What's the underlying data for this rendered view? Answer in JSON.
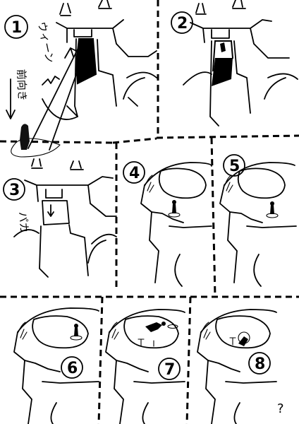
{
  "panels": [
    {
      "number": "1"
    },
    {
      "number": "2"
    },
    {
      "number": "3"
    },
    {
      "number": "4"
    },
    {
      "number": "5"
    },
    {
      "number": "6"
    },
    {
      "number": "7"
    },
    {
      "number": "8"
    }
  ],
  "annotations": {
    "p1_sound": "ウィーン",
    "p1_direction": "前向き",
    "p3_sound": "パカ"
  },
  "page_mark": "?"
}
